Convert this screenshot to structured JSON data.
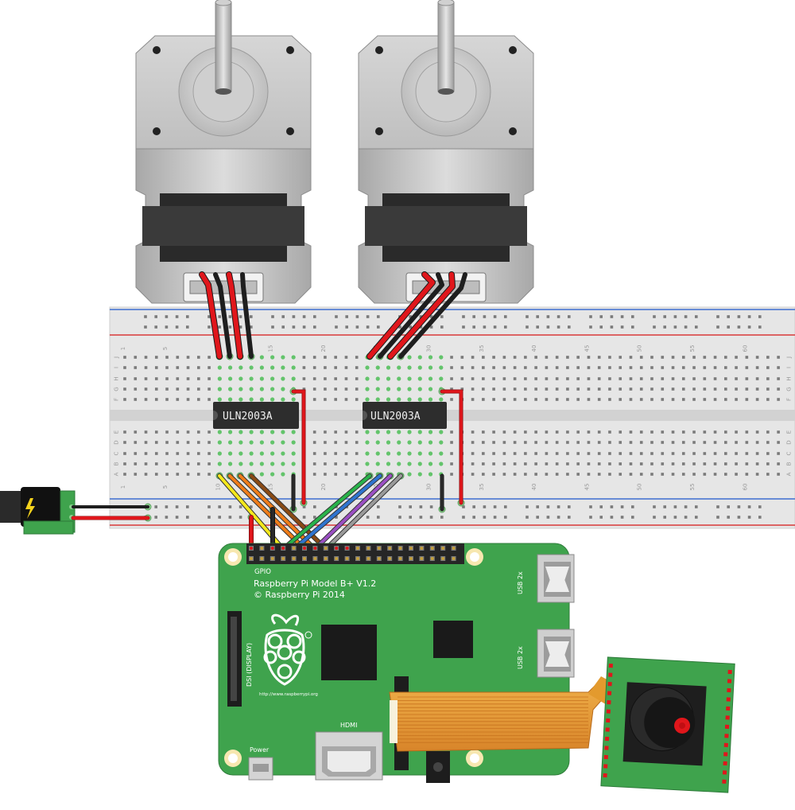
{
  "breadboard": {
    "column_numbers": [
      "1",
      "5",
      "10",
      "15",
      "20",
      "25",
      "30",
      "35",
      "40",
      "45",
      "50",
      "55",
      "60"
    ],
    "row_letters_top": [
      "J",
      "I",
      "H",
      "G",
      "F"
    ],
    "row_letters_bottom": [
      "E",
      "D",
      "C",
      "B",
      "A"
    ]
  },
  "driver_chips": [
    {
      "label": "ULN2003A"
    },
    {
      "label": "ULN2003A"
    }
  ],
  "raspberry_pi": {
    "gpio_label": "GPIO",
    "model_line": "Raspberry Pi Model B+ V1.2",
    "copyright_line": "© Raspberry Pi 2014",
    "dsi_label": "DSI (DISPLAY)",
    "url": "http://www.raspberrypi.org",
    "hdmi_label": "HDMI",
    "power_label": "Power",
    "usb_labels": [
      "USB 2x",
      "USB 2x"
    ]
  },
  "colors": {
    "board_green": "#3fa34d",
    "breadboard": "#e6e6e6",
    "wire_red": "#e0161b",
    "wire_black": "#1e1e1e",
    "wire_yellow": "#f4e81c",
    "wire_orange": "#ef7d1a",
    "wire_brown": "#8a4a14",
    "wire_green": "#29b24a",
    "wire_blue": "#2f74d0",
    "wire_purple": "#9a4fc3",
    "wire_gray": "#9a9a9a",
    "ribbon": "#e39a2e"
  }
}
